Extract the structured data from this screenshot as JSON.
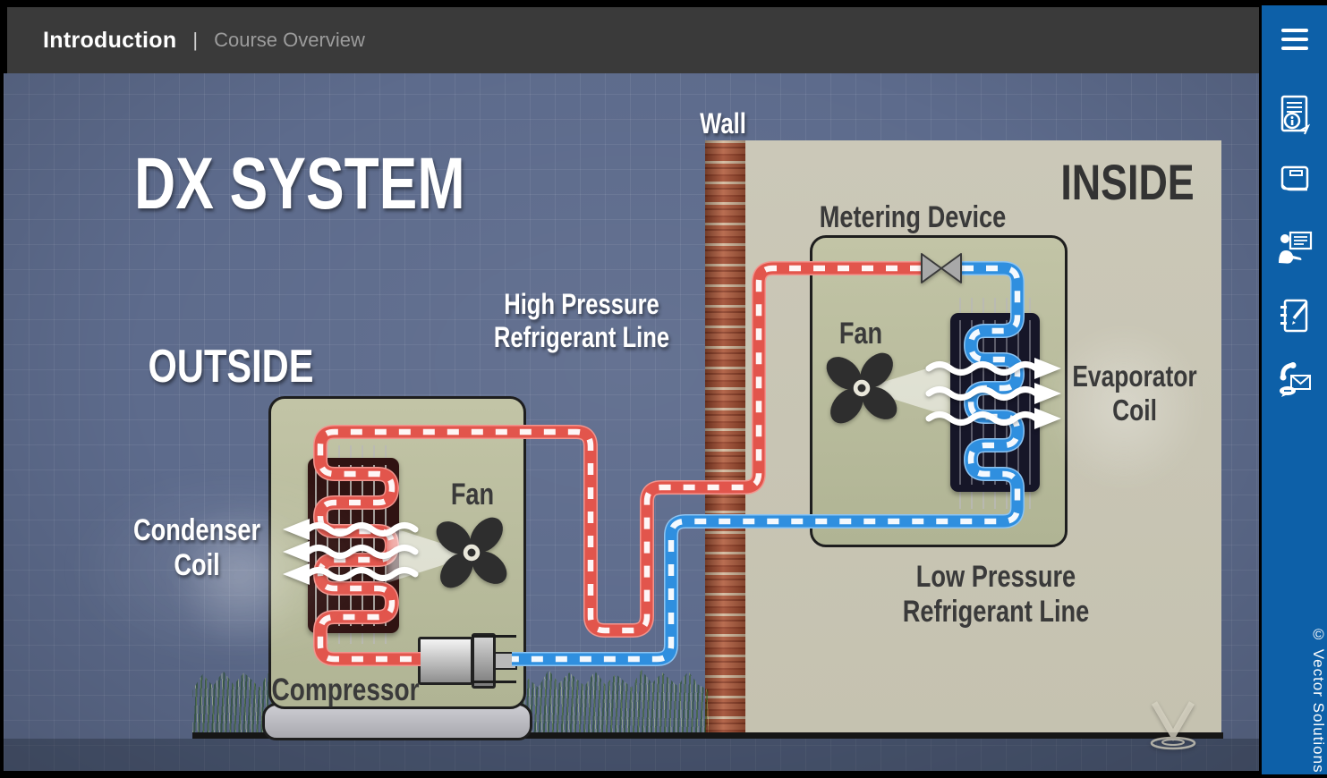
{
  "topbar": {
    "title": "Introduction",
    "separator": "|",
    "subtitle": "Course Overview"
  },
  "sidebar": {
    "menu_icon": "hamburger-menu",
    "icons": [
      {
        "name": "course-info-document"
      },
      {
        "name": "glossary-book"
      },
      {
        "name": "instructor-presentation"
      },
      {
        "name": "notes-notepad"
      },
      {
        "name": "contact-communication"
      }
    ],
    "copyright": "© Vector Solutions"
  },
  "diagram": {
    "title": "DX SYSTEM",
    "zone_outside": "OUTSIDE",
    "zone_inside": "INSIDE",
    "wall": "Wall",
    "metering_device": "Metering Device",
    "fan": "Fan",
    "compressor": "Compressor",
    "condenser_coil": [
      "Condenser",
      "Coil"
    ],
    "evaporator_coil": [
      "Evaporator",
      "Coil"
    ],
    "high_pressure_line": [
      "High Pressure",
      "Refrigerant Line"
    ],
    "low_pressure_line": [
      "Low Pressure",
      "Refrigerant Line"
    ],
    "watermark_icon": "vector-solutions-v-logo"
  },
  "colors": {
    "topbar_bg": "#3a3a3a",
    "background": "#5d6b8c",
    "sidebar_blue": "#0d60a8",
    "inside_panel": "#c8c5b4",
    "unit_body": "#b8bc9c",
    "hot_pipe_red": "#e2554c",
    "cold_pipe_blue": "#2f8fdf",
    "brick": "#a04a2e",
    "grass_green": "#539c18",
    "label_dark": "#3a3a3a",
    "label_white": "#ffffff"
  }
}
